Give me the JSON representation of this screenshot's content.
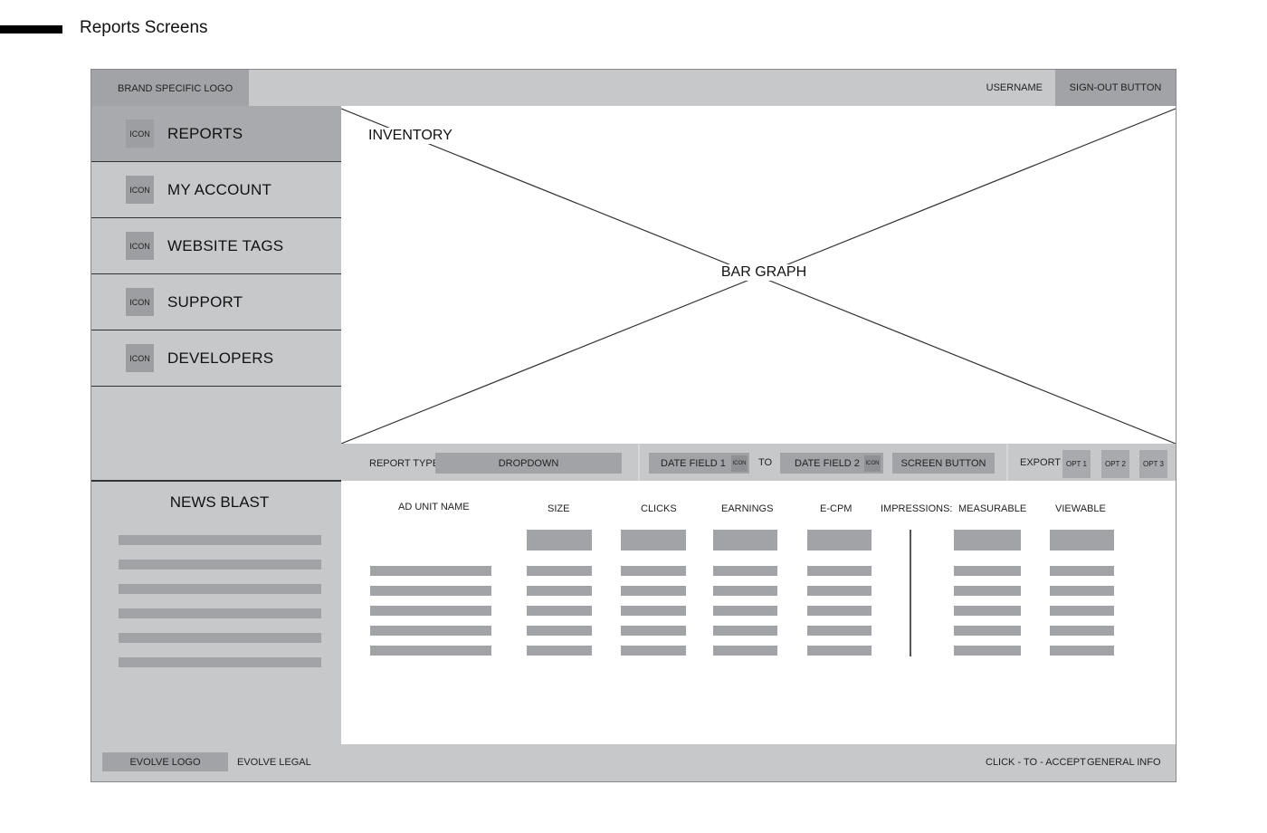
{
  "page_heading": "Reports Screens",
  "header": {
    "brand_logo": "BRAND SPECIFIC LOGO",
    "username": "USERNAME",
    "signout": "SIGN-OUT BUTTON"
  },
  "sidebar": {
    "items": [
      {
        "icon": "ICON",
        "label": "REPORTS",
        "active": true
      },
      {
        "icon": "ICON",
        "label": "MY ACCOUNT",
        "active": false
      },
      {
        "icon": "ICON",
        "label": "WEBSITE TAGS",
        "active": false
      },
      {
        "icon": "ICON",
        "label": "SUPPORT",
        "active": false
      },
      {
        "icon": "ICON",
        "label": "DEVELOPERS",
        "active": false
      }
    ],
    "news_title": "NEWS BLAST"
  },
  "graph": {
    "title": "INVENTORY",
    "placeholder": "BAR GRAPH"
  },
  "toolbar": {
    "report_type_label": "REPORT TYPE",
    "dropdown": "DROPDOWN",
    "date_field_1": "DATE FIELD 1",
    "date_icon": "ICON",
    "to": "TO",
    "date_field_2": "DATE FIELD 2",
    "screen_button": "SCREEN BUTTON",
    "export_label": "EXPORT",
    "opt1": "OPT 1",
    "opt2": "OPT 2",
    "opt3": "OPT 3"
  },
  "table": {
    "columns": {
      "ad_unit": "AD UNIT NAME",
      "size": "SIZE",
      "clicks": "CLICKS",
      "earnings": "EARNINGS",
      "ecpm": "E-CPM",
      "impressions": "IMPRESSIONS:",
      "measurable": "MEASURABLE",
      "viewable": "VIEWABLE"
    }
  },
  "footer": {
    "logo": "EVOLVE LOGO",
    "legal": "EVOLVE LEGAL",
    "accept": "CLICK - TO - ACCEPT",
    "general_info": "GENERAL INFO"
  }
}
